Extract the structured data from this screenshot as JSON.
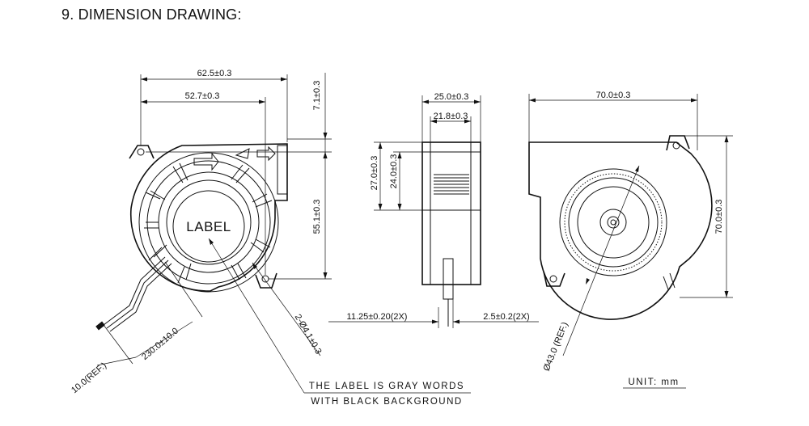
{
  "title": "9. DIMENSION DRAWING:",
  "label_text": "LABEL",
  "dimensions": {
    "front_width_overall": "62.5±0.3",
    "front_width_inner": "52.7±0.3",
    "front_top_offset": "7.1±0.3",
    "front_height": "55.1±0.3",
    "mount_holes": "2-Ø4.1±0.3",
    "cable_ref": "10.0(REF.)",
    "cable_length": "230.0±10.0",
    "side_width": "25.0±0.3",
    "side_inner": "21.8±0.3",
    "side_h1": "27.0±0.3",
    "side_h2": "24.0±0.3",
    "side_offset_left": "11.25±0.20(2X)",
    "side_offset_right": "2.5±0.2(2X)",
    "back_width": "70.0±0.3",
    "back_height": "70.0±0.3",
    "back_dia": "Ø43.0 (REF.)"
  },
  "notes": {
    "label_note_line1": "THE LABEL IS GRAY WORDS",
    "label_note_line2": "WITH BLACK BACKGROUND",
    "unit": "UNIT: mm"
  }
}
